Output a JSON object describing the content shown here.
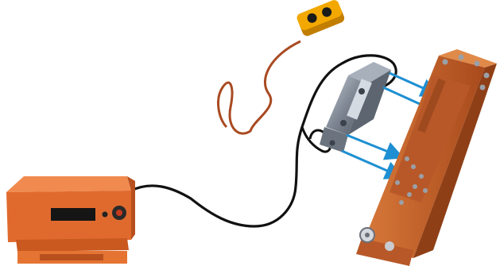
{
  "scene": {
    "components": [
      "control-box",
      "control-box-display",
      "control-box-knob",
      "pendant-controller",
      "pendant-button-left",
      "pendant-button-right",
      "orange-cable",
      "black-cable",
      "hydraulic-actuator-assembly",
      "breaker-housing",
      "blue-arrows"
    ]
  },
  "colors": {
    "housing_orange": "#C8652A",
    "housing_shadow": "#8F3F16",
    "box_orange": "#E06A2E",
    "box_top": "#F08A4E",
    "pendant_yellow": "#F2A800",
    "cable_black": "#111111",
    "cable_orange": "#A94A22",
    "actuator_grey": "#8E97A3",
    "arrow_blue": "#1E8FD2",
    "bolt_grey": "#9AA0A8"
  }
}
